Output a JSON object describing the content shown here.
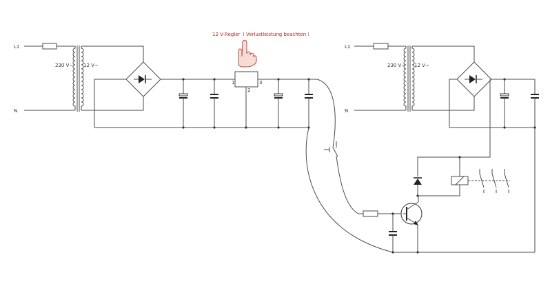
{
  "labels": {
    "left_l1": "L1",
    "left_n": "N",
    "left_primary": "230 V~",
    "left_secondary": "12 V~",
    "right_l1": "L1",
    "right_n": "N",
    "right_primary": "230 V~",
    "right_secondary": "12 V~",
    "regulator_title": "12 V-Regler",
    "warning": "! Verlustleistung beachten !",
    "pin1": "1",
    "pin2": "2",
    "pin3": "3"
  },
  "colors": {
    "wire": "#4a4a4a",
    "annotation": "#b02a2a",
    "hand_fill": "#f6dcd2",
    "hand_stroke": "#b44a4a"
  },
  "icons": [
    "hand-pointer-icon"
  ]
}
